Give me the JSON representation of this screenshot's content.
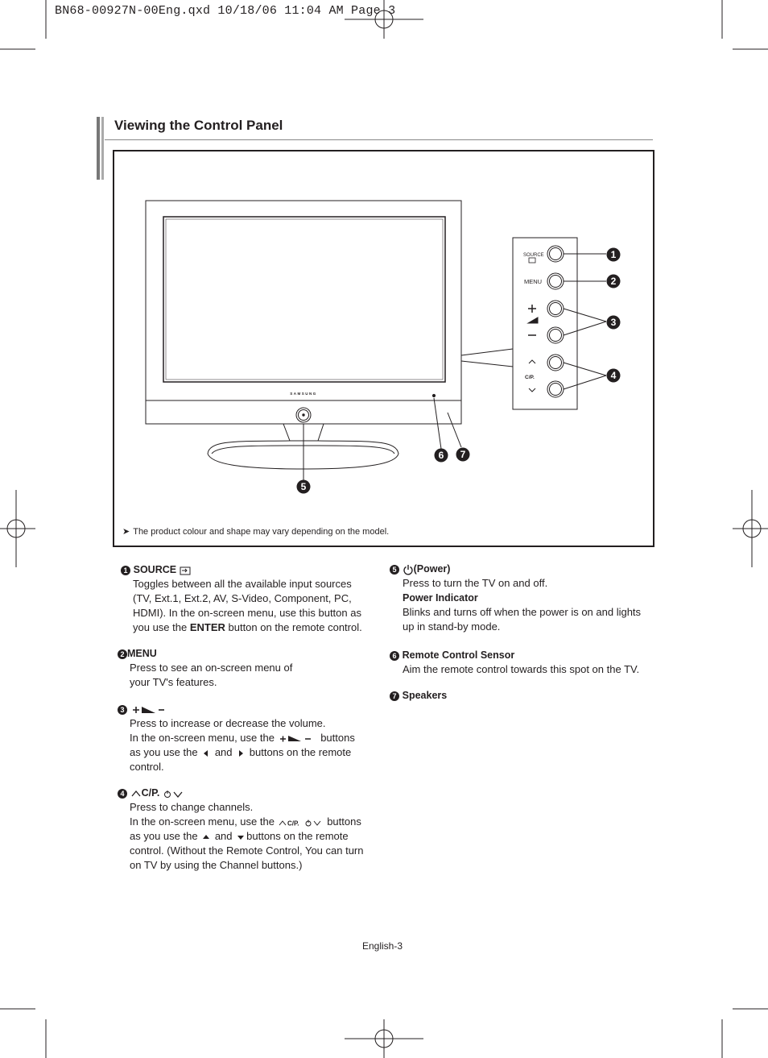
{
  "header": {
    "file_line": "BN68-00927N-00Eng.qxd  10/18/06 11:04 AM  Page 3"
  },
  "section": {
    "title": "Viewing the Control Panel"
  },
  "figure": {
    "brand": "SAMSUNG",
    "panel_labels": {
      "source": "SOURCE",
      "menu": "MENU",
      "plus": "+",
      "minus": "–",
      "channel": "C/P."
    },
    "callouts": [
      "1",
      "2",
      "3",
      "4",
      "5",
      "6",
      "7"
    ],
    "note": "The product colour and shape may vary depending on the model."
  },
  "items": {
    "source": {
      "num": "1",
      "title": "SOURCE",
      "body_1": "Toggles between all the available input sources",
      "body_2": "(TV, Ext.1, Ext.2, AV, S-Video, Component, PC,",
      "body_3": "HDMI). In the on-screen menu, use this button as",
      "body_4a": "you use the ",
      "body_4b": "ENTER",
      "body_4c": " button on the remote control."
    },
    "menu": {
      "num": "2",
      "title": "MENU",
      "body_1": "Press to see an on-screen menu of",
      "body_2": "your TV's features."
    },
    "volume": {
      "num": "3",
      "body_1": "Press to increase or decrease the volume.",
      "body_2a": "In the on-screen menu, use the",
      "body_2b": "buttons",
      "body_3a": "as you use the",
      "body_3b": "and",
      "body_3c": "buttons on the remote",
      "body_4": "control."
    },
    "channel": {
      "num": "4",
      "title": "C/P.",
      "body_1": "Press to change channels.",
      "body_2a": "In the on-screen menu, use the",
      "body_2b": "buttons",
      "body_3a": "as you use the",
      "body_3b": "and",
      "body_3c": "buttons on the remote",
      "body_4": "control. (Without the Remote Control, You can turn",
      "body_5": "on TV by using the Channel buttons.)"
    },
    "power": {
      "num": "5",
      "title": "(Power)",
      "body_1": "Press to turn the TV on and off.",
      "sub_title": "Power Indicator",
      "body_2": "Blinks and turns off when the power is on and lights",
      "body_3": "up in stand-by mode."
    },
    "sensor": {
      "num": "6",
      "title": "Remote Control Sensor",
      "body_1": "Aim the remote control towards this spot on the TV."
    },
    "speakers": {
      "num": "7",
      "title": "Speakers"
    }
  },
  "footer": {
    "page": "English-3"
  }
}
